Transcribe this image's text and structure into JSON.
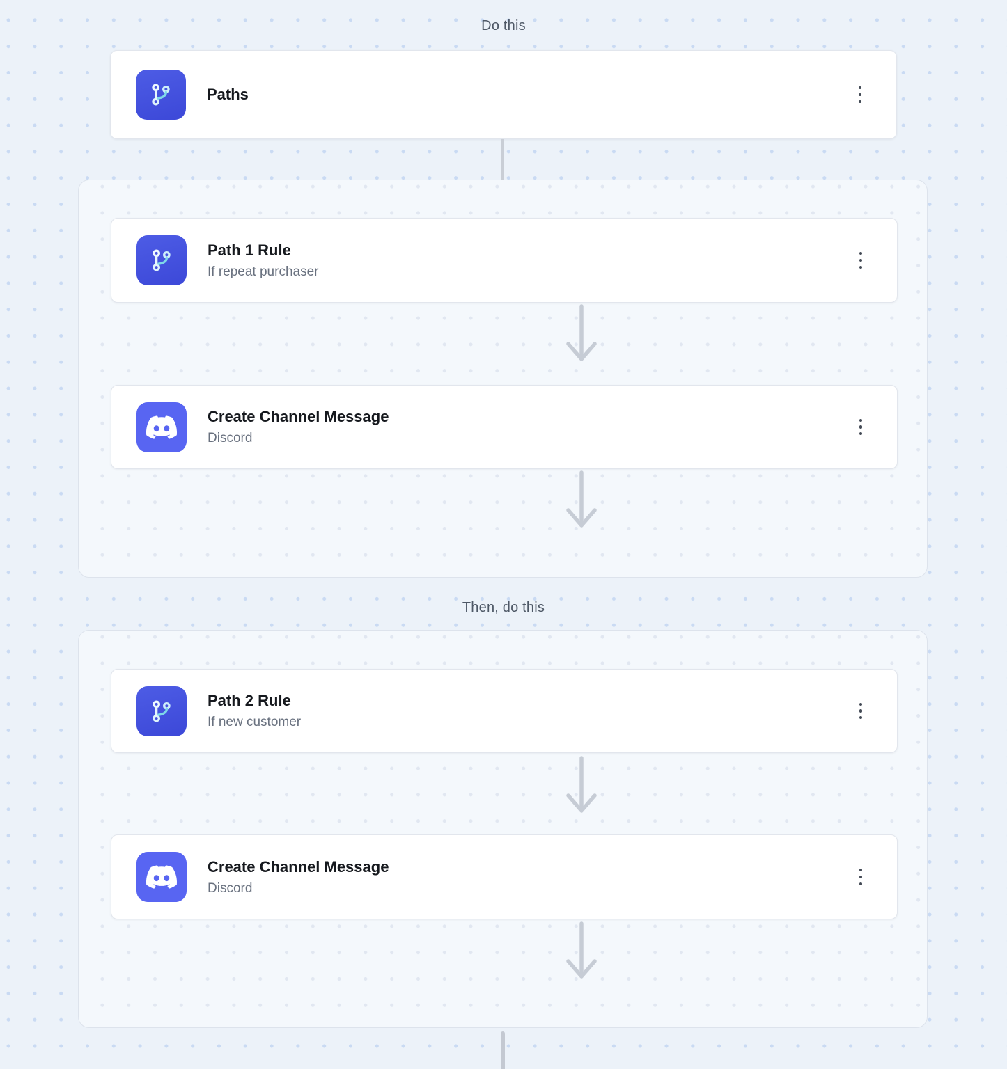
{
  "labels": {
    "do_this": "Do this",
    "then_do_this": "Then, do this"
  },
  "cards": {
    "paths": {
      "title": "Paths"
    },
    "path1": {
      "title": "Path 1 Rule",
      "subtitle": "If repeat purchaser"
    },
    "discord1": {
      "title": "Create Channel Message",
      "subtitle": "Discord"
    },
    "path2": {
      "title": "Path 2 Rule",
      "subtitle": "If new customer"
    },
    "discord2": {
      "title": "Create Channel Message",
      "subtitle": "Discord"
    }
  },
  "icons": {
    "paths": "git-branch-icon",
    "discord": "discord-logo-icon",
    "menu": "kebab-menu-icon"
  },
  "colors": {
    "canvas_bg": "#ecf2f9",
    "group_bg": "#f4f8fc",
    "paths_tile": "#4452dc",
    "discord_blurple": "#5865f2",
    "arrow": "#c6ccd5",
    "title_text": "#16191e",
    "subtitle_text": "#69717f",
    "label_text": "#4e5866"
  }
}
